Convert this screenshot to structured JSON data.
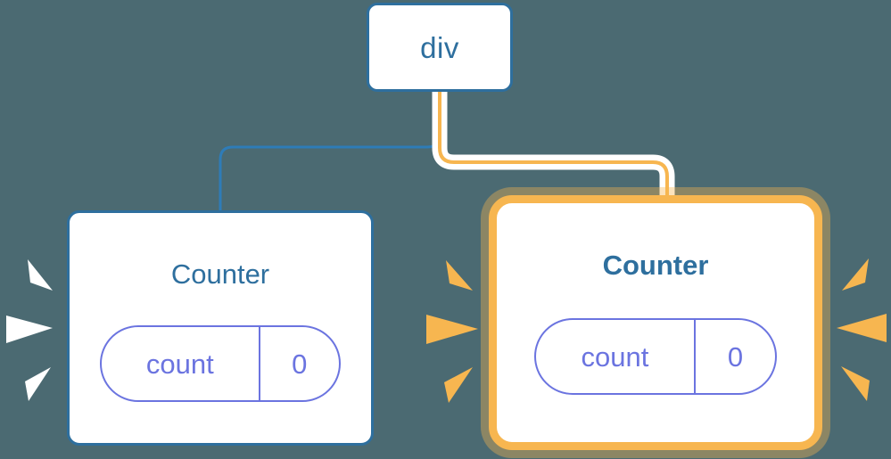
{
  "diagram": {
    "type": "component-tree",
    "background_color": "#4b6a72",
    "title_hidden": true
  },
  "colors": {
    "background": "#4b6a72",
    "node_border_blue": "#2e6f9e",
    "node_text_blue": "#2e6f9e",
    "node_fill": "#ffffff",
    "state_purple": "#6b74e0",
    "highlight_orange": "#f7b650",
    "highlight_halo": "#fbdcab",
    "wire_blue": "#2e7cb8",
    "wire_orange": "#f7b650",
    "wire_halo_white": "#ffffff",
    "spark_white": "#ffffff",
    "spark_orange": "#f7b650"
  },
  "nodes": {
    "root": {
      "label": "div",
      "highlighted": false,
      "border_color": "#2e6f9e"
    },
    "counter_left": {
      "label": "Counter",
      "highlighted": false,
      "bold_label": false,
      "border_color": "#2e6f9e",
      "state": {
        "key": "count",
        "value": "0",
        "color": "#6b74e0"
      },
      "sparks": {
        "side": "left",
        "color": "#ffffff",
        "count": 3
      }
    },
    "counter_right": {
      "label": "Counter",
      "highlighted": true,
      "bold_label": true,
      "border_color": "#f7b650",
      "state": {
        "key": "count",
        "value": "0",
        "color": "#6b74e0"
      },
      "sparks": {
        "side": "both",
        "color": "#f7b650",
        "count": 6
      }
    }
  },
  "edges": [
    {
      "id": "div-to-counter-left",
      "from": "root",
      "to": "counter_left",
      "color": "#2e7cb8",
      "width": 3,
      "highlighted": false
    },
    {
      "id": "div-to-counter-right",
      "from": "root",
      "to": "counter_right",
      "color": "#f7b650",
      "width": 4,
      "halo": "#ffffff",
      "highlighted": true
    }
  ]
}
